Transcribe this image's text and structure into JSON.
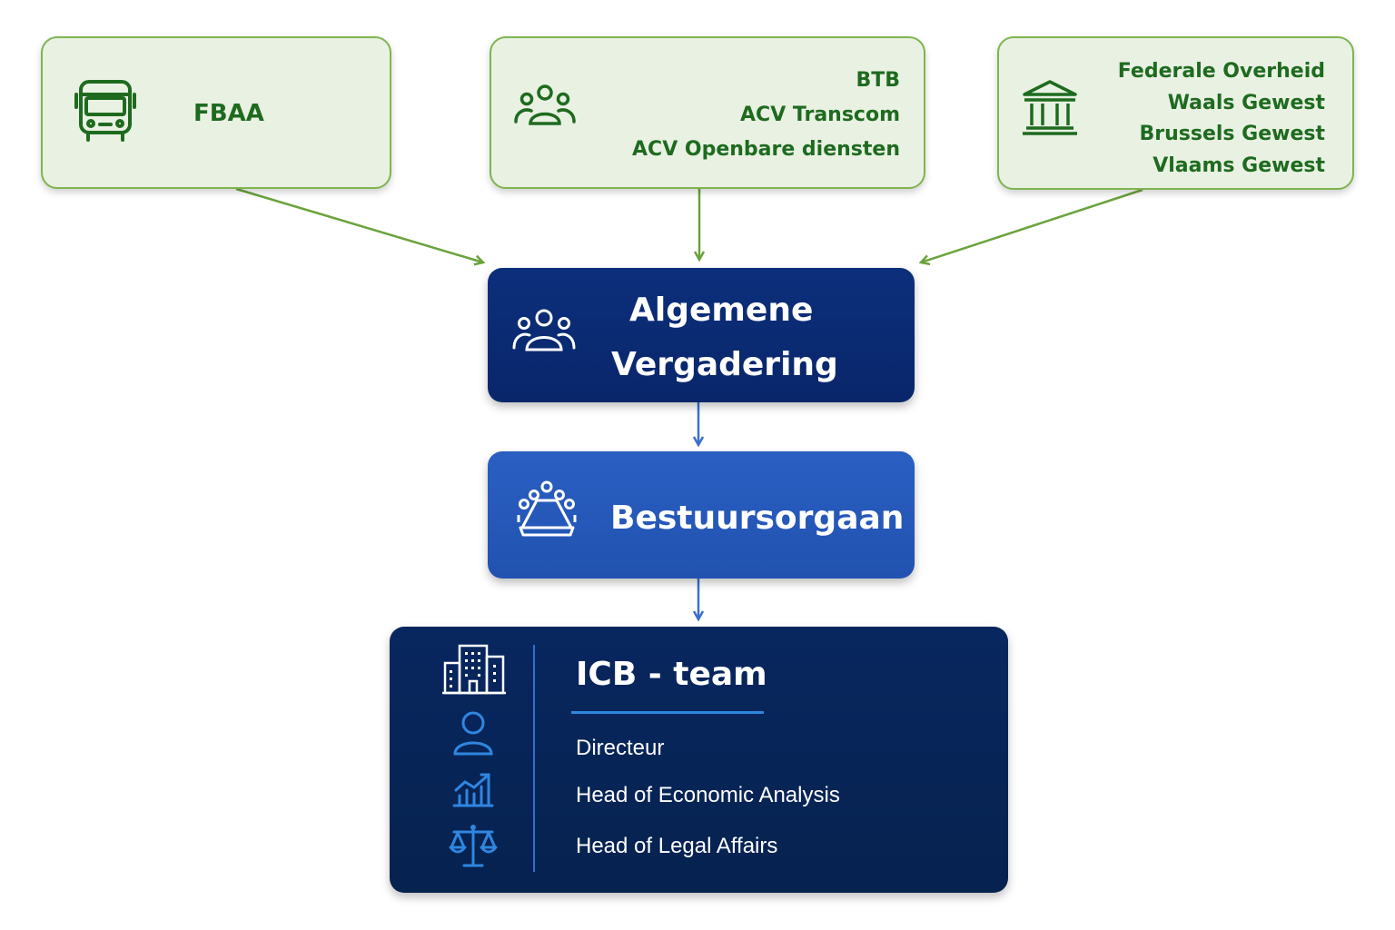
{
  "boxes": {
    "fbaa": {
      "label": "FBAA",
      "icon": "bus-icon"
    },
    "unions": {
      "lines": [
        "BTB",
        "ACV Transcom",
        "ACV Openbare diensten"
      ],
      "icon": "group-icon"
    },
    "government": {
      "lines": [
        "Federale Overheid",
        "Waals Gewest",
        "Brussels Gewest",
        "Vlaams Gewest"
      ],
      "icon": "building-columns-icon"
    },
    "general_assembly": {
      "line1": "Algemene",
      "line2": "Vergadering",
      "icon": "people-icon"
    },
    "board": {
      "label": "Bestuursorgaan",
      "icon": "meeting-table-icon"
    },
    "team": {
      "title": "ICB - team",
      "members": [
        "Directeur",
        "Head of Economic Analysis",
        "Head of Legal Affairs"
      ],
      "icons": [
        "office-building-icon",
        "person-icon",
        "chart-growth-icon",
        "scales-icon"
      ]
    }
  },
  "colors": {
    "green_text": "#1e6b1f",
    "green_border": "#7fb550",
    "green_fill": "#e9f1e3",
    "dark_blue": "#0a2a72",
    "mid_blue": "#2457b8",
    "navy": "#062458",
    "accent_blue": "#2f86e0"
  }
}
